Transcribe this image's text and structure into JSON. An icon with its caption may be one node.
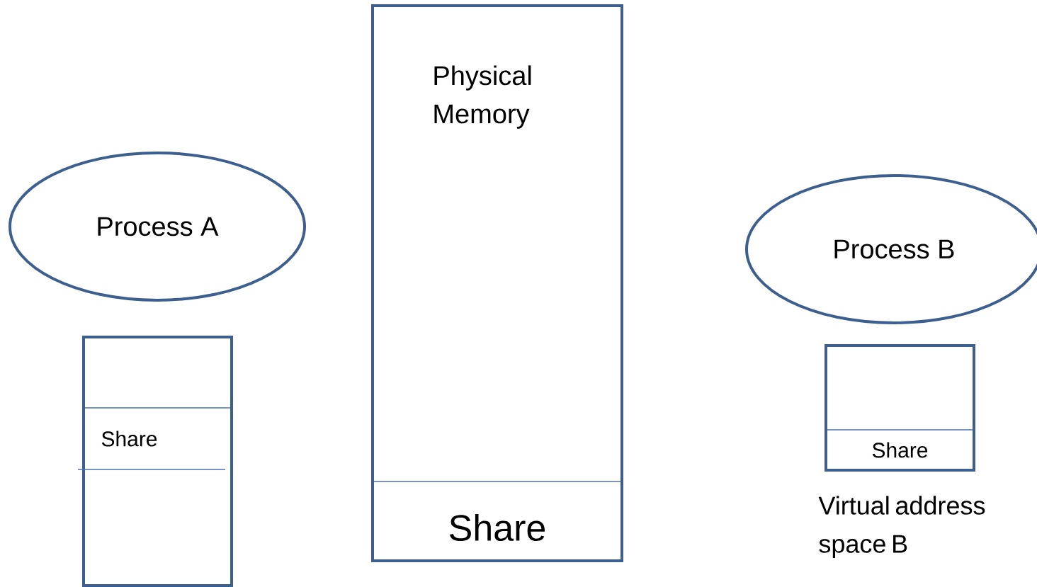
{
  "diagram": {
    "nodes": [
      {
        "text": [
          "Process A"
        ]
      },
      {
        "text": [],
        "shape": "box"
      },
      {
        "text": [
          "Share"
        ],
        "in": 1
      },
      {
        "text": [
          "Physical Memory"
        ]
      },
      {
        "text": [
          "Share"
        ],
        "in": 3
      },
      {
        "text": [
          "Process B"
        ]
      },
      {
        "text": [],
        "shape": "box",
        "beside": [
          "Virtual address space B"
        ]
      },
      {
        "text": [
          "Share"
        ],
        "in": 6
      }
    ],
    "edges": []
  }
}
